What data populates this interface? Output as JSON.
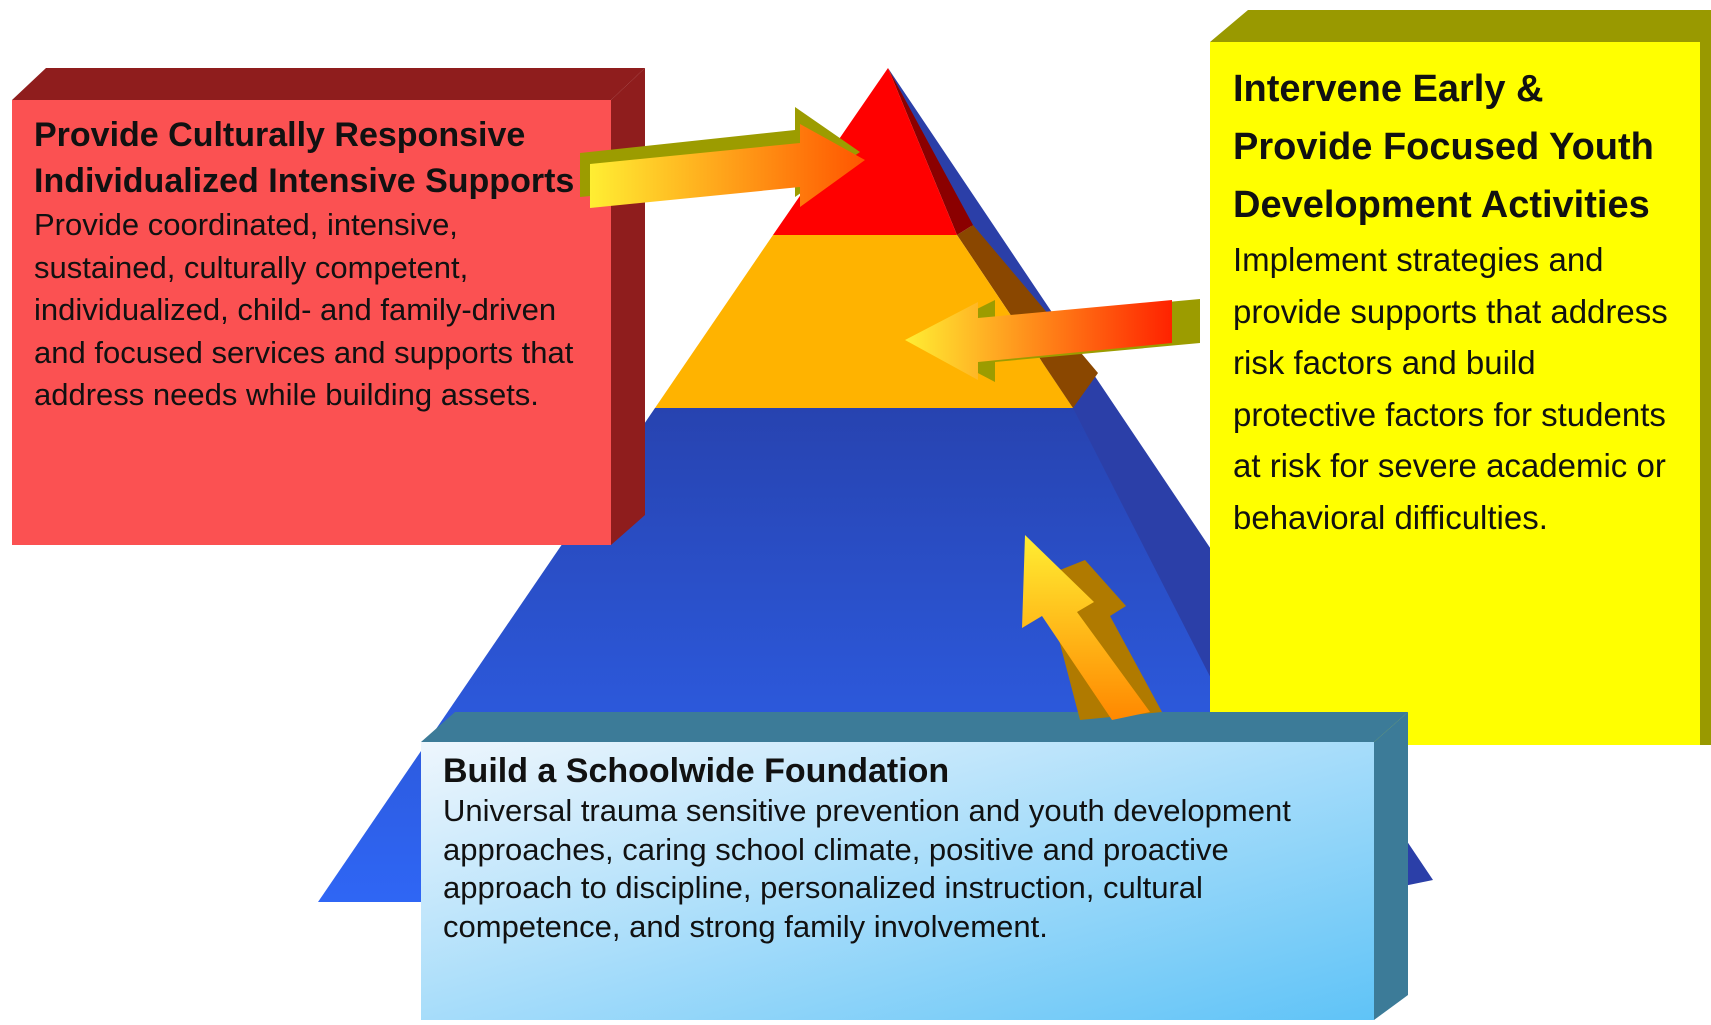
{
  "diagram": {
    "colors": {
      "tier_top": "#ff0000",
      "tier_middle": "#ffb300",
      "tier_base": "#2f5ee8",
      "red_box": "#fb5152",
      "yellow_box": "#ffff00",
      "blue_box": "#b9dcf5",
      "arrow": "#ffd400"
    },
    "intensive_box": {
      "title": "Provide Culturally Responsive Individualized Intensive Supports",
      "body": "Provide coordinated, intensive, sustained, culturally competent, individualized, child- and family-driven and focused services and supports that address needs while building assets."
    },
    "early_box": {
      "title": "Intervene Early & Provide Focused Youth Development Activities",
      "body": "Implement strategies and provide supports that address risk factors and build protective factors for students at risk for severe academic or behavioral difficulties."
    },
    "foundation_box": {
      "title": "Build a Schoolwide Foundation",
      "body": "Universal trauma sensitive prevention and youth development approaches, caring school climate, positive and proactive approach to discipline, personalized instruction, cultural competence, and strong family involvement."
    }
  }
}
